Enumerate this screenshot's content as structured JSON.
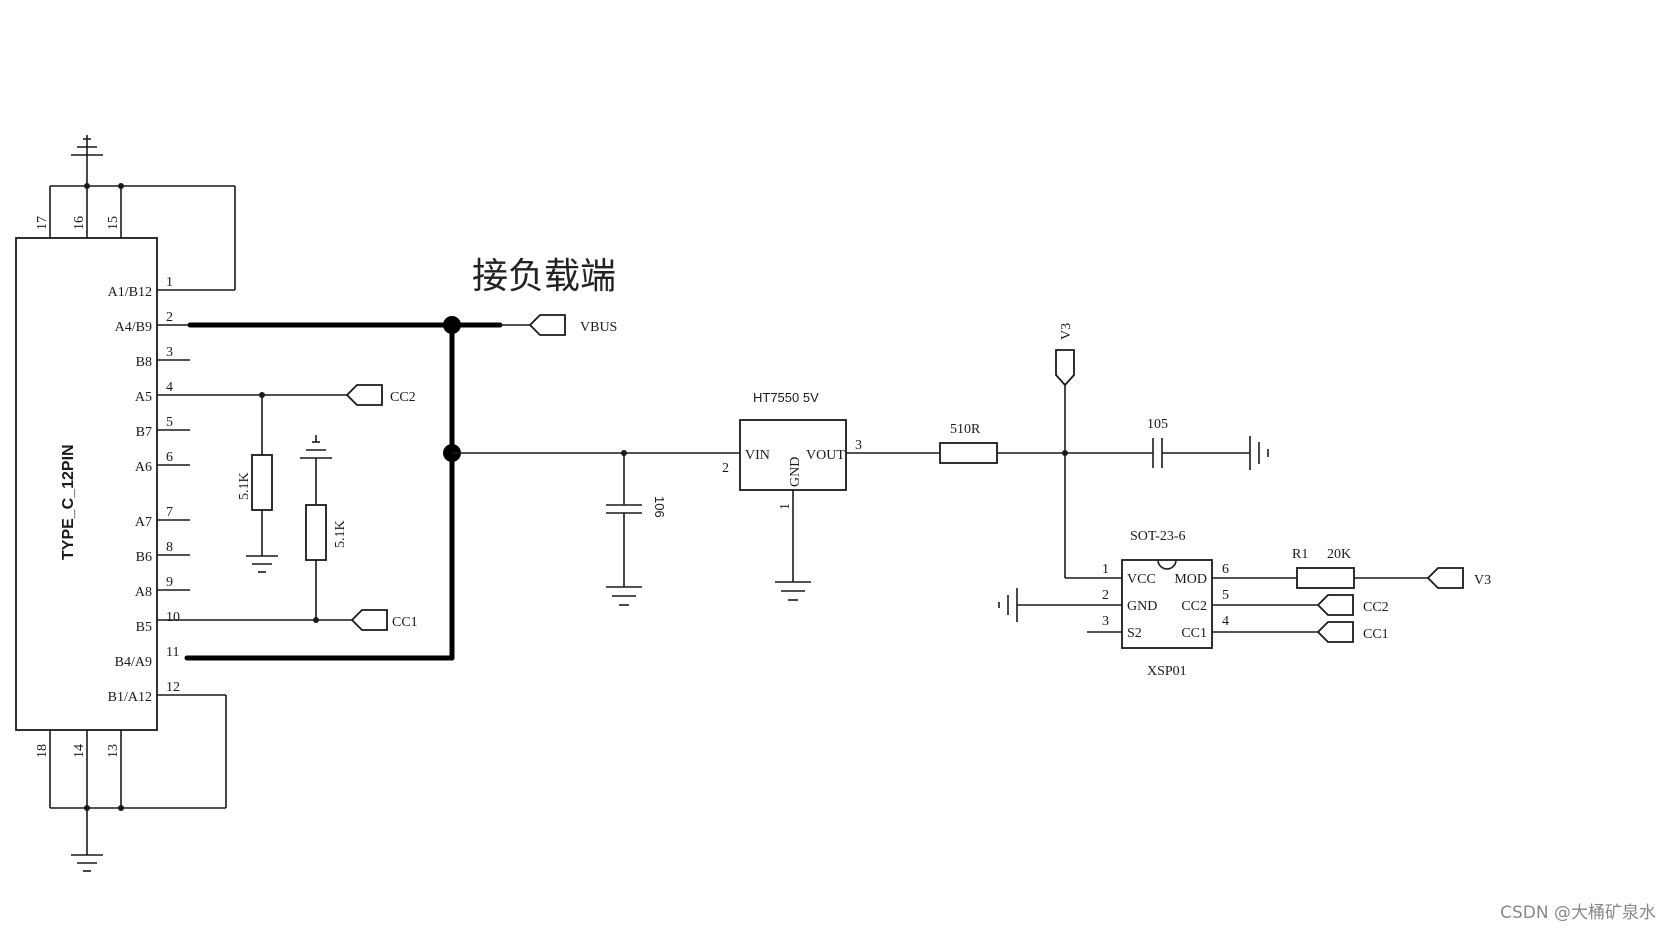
{
  "heading": "接负载端",
  "watermark": "CSDN @大桶矿泉水",
  "connector": {
    "name": "TYPE_C_12PIN",
    "pin_labels": [
      "A1/B12",
      "A4/B9",
      "B8",
      "A5",
      "B7",
      "A6",
      "A7",
      "B6",
      "A8",
      "B5",
      "B4/A9",
      "B1/A12"
    ],
    "pin_numbers": [
      "1",
      "2",
      "3",
      "4",
      "5",
      "6",
      "7",
      "8",
      "9",
      "10",
      "11",
      "12"
    ],
    "top_pins": [
      "17",
      "16",
      "15"
    ],
    "bottom_pins": [
      "18",
      "14",
      "13"
    ]
  },
  "ports": {
    "vbus": "VBUS",
    "cc2": "CC2",
    "cc1": "CC1",
    "v3": "V3"
  },
  "resistors": {
    "r_cc2": "5.1K",
    "r_cc1": "5.1K",
    "r_out": "510R",
    "r1_ref": "R1",
    "r1_val": "20K"
  },
  "capacitors": {
    "c_in": "106",
    "c_out": "105"
  },
  "regulator": {
    "title": "HT7550 5V",
    "vin": "VIN",
    "vout": "VOUT",
    "gnd": "GND",
    "pin_vin": "2",
    "pin_vout": "3",
    "pin_gnd": "1"
  },
  "chip": {
    "package": "SOT-23-6",
    "name": "XSP01",
    "left_pins": [
      "VCC",
      "GND",
      "S2"
    ],
    "right_pins": [
      "MOD",
      "CC2",
      "CC1"
    ],
    "left_nums": [
      "1",
      "2",
      "3"
    ],
    "right_nums": [
      "6",
      "5",
      "4"
    ]
  }
}
